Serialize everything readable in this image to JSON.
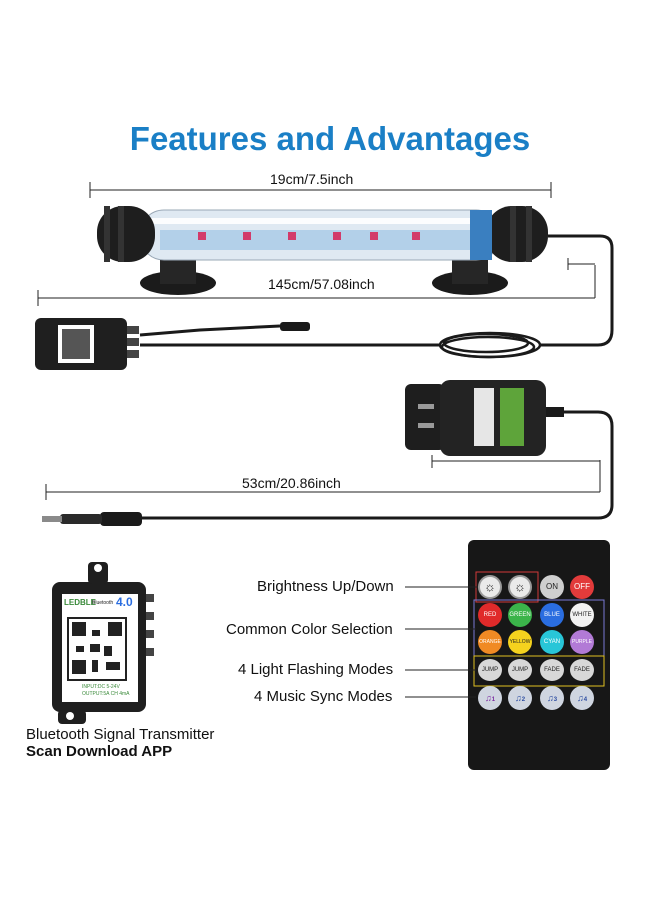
{
  "title": "Features and Advantages",
  "dimensions": {
    "light_length": "19cm/7.5inch",
    "cable_1": "145cm/57.08inch",
    "cable_2": "53cm/20.86inch"
  },
  "remote_labels": {
    "brightness": "Brightness Up/Down",
    "color": "Common Color Selection",
    "flashing": "4 Light Flashing Modes",
    "music": "4 Music Sync Modes"
  },
  "remote_buttons": {
    "on": "ON",
    "off": "OFF",
    "red": "RED",
    "green": "GREEN",
    "blue": "BLUE",
    "white": "WHITE",
    "orange": "ORANGE",
    "yellow": "YELLOW",
    "cyan": "CYAN",
    "purple": "PURPLE",
    "jump3": "JUMP",
    "jump7": "JUMP",
    "fade3": "FADE",
    "fade7": "FADE",
    "m1": "1",
    "m2": "2",
    "m3": "3",
    "m4": "4"
  },
  "transmitter": {
    "brand": "LEDBLE",
    "bluetooth": "Bluetooth",
    "version": "4.0",
    "spec_line1": "INPUT:DC 5-24V",
    "spec_line2": "OUTPUT:5A CH 4mA"
  },
  "captions": {
    "line1": "Bluetooth Signal Transmitter",
    "line2": "Scan Download APP"
  },
  "colors": {
    "title": "#1a7fc6",
    "red": "#e02a2a",
    "green": "#3bb44a",
    "blue": "#2a6de0",
    "white": "#f2f2f2",
    "orange": "#f08a24",
    "yellow": "#f5d21e",
    "cyan": "#28c6d8",
    "purple": "#b27ad6",
    "off": "#e23b3b",
    "on": "#cfcfcf"
  }
}
